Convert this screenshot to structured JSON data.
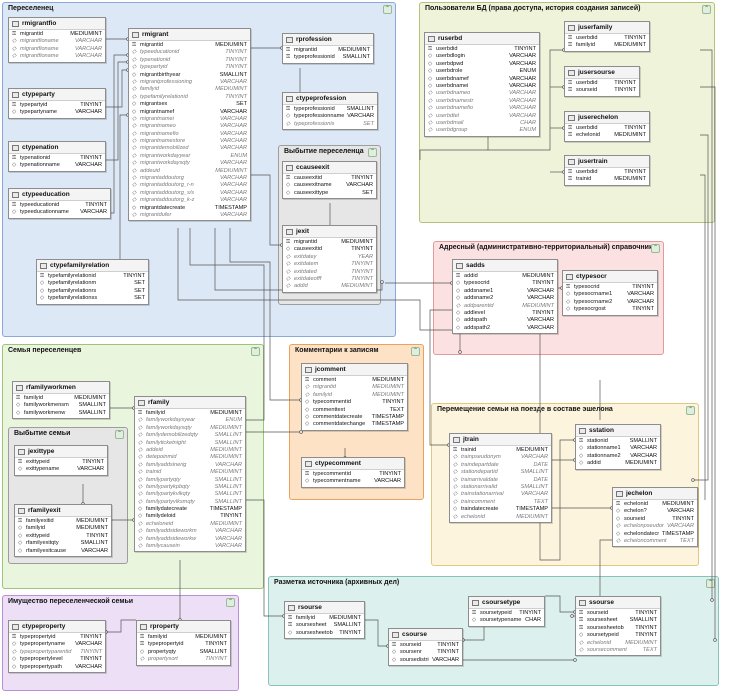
{
  "groups": [
    {
      "id": "g1",
      "title": "Переселенец",
      "color": "blue"
    },
    {
      "id": "g2",
      "title": "Пользователи БД (права доступа, история создания записей)",
      "color": "green1"
    },
    {
      "id": "g3",
      "title": "Адресный (административно-территориальный) справочник",
      "color": "red"
    },
    {
      "id": "g4",
      "title": "Семья переселенцев",
      "color": "green2"
    },
    {
      "id": "g5",
      "title": "Комментарии к записям",
      "color": "orange"
    },
    {
      "id": "g6",
      "title": "Перемещение семьи на поезде в составе эшелона",
      "color": "yellow"
    },
    {
      "id": "g7",
      "title": "Разметка источника (архивных дел)",
      "color": "cyan"
    },
    {
      "id": "g8",
      "title": "Имущество переселенческой семьи",
      "color": "purple"
    },
    {
      "id": "g9",
      "title": "Выбытие переселенца",
      "color": "gray"
    },
    {
      "id": "g10",
      "title": "Выбытие семьи",
      "color": "gray"
    }
  ],
  "tables": [
    {
      "id": "rmigrantfio",
      "name": "rmigrantfio",
      "rows": [
        [
          "pk",
          "migrantid",
          "MEDIUMINT",
          0
        ],
        [
          "",
          "migrantfioname",
          "VARCHAR",
          1
        ],
        [
          "",
          "migrantfioname",
          "VARCHAR",
          1
        ],
        [
          "",
          "migrantfioname",
          "VARCHAR",
          1
        ]
      ]
    },
    {
      "id": "ctypeparty",
      "name": "ctypeparty",
      "rows": [
        [
          "pk",
          "typepartyid",
          "TINYINT",
          0
        ],
        [
          "",
          "typepartyname",
          "VARCHAR",
          0
        ]
      ]
    },
    {
      "id": "ctypenation",
      "name": "ctypenation",
      "rows": [
        [
          "pk",
          "typenationid",
          "TINYINT",
          0
        ],
        [
          "",
          "typenationname",
          "VARCHAR",
          0
        ]
      ]
    },
    {
      "id": "ctypeeducation",
      "name": "ctypeeducation",
      "rows": [
        [
          "pk",
          "typeeducationid",
          "TINYINT",
          0
        ],
        [
          "",
          "typeeducationname",
          "VARCHAR",
          0
        ]
      ]
    },
    {
      "id": "rmigrant",
      "name": "rmigrant",
      "rows": [
        [
          "pk",
          "migrantid",
          "MEDIUMINT",
          0
        ],
        [
          "",
          "typeeducationid",
          "TINYINT",
          1
        ],
        [
          "",
          "typenationid",
          "TINYINT",
          1
        ],
        [
          "",
          "typepartyid",
          "TINYINT",
          1
        ],
        [
          "",
          "migrantbirthyear",
          "SMALLINT",
          0
        ],
        [
          "",
          "migrantprofessioning",
          "VARCHAR",
          1
        ],
        [
          "",
          "familyid",
          "MEDIUMINT",
          1
        ],
        [
          "",
          "typefamilyrelationid",
          "TINYINT",
          1
        ],
        [
          "",
          "migrantsex",
          "SET",
          0
        ],
        [
          "",
          "migrantnamef",
          "VARCHAR",
          0
        ],
        [
          "",
          "migrantnamei",
          "VARCHAR",
          1
        ],
        [
          "",
          "migrantnameo",
          "VARCHAR",
          1
        ],
        [
          "",
          "migrantnamefio",
          "VARCHAR",
          1
        ],
        [
          "",
          "migrantnamestore",
          "VARCHAR",
          1
        ],
        [
          "",
          "migrantdemobilized",
          "VARCHAR",
          1
        ],
        [
          "",
          "migrantworkdayyear",
          "ENUM",
          1
        ],
        [
          "",
          "migrantworkdaysqty",
          "VARCHAR",
          1
        ],
        [
          "",
          "addeuid",
          "MEDIUMINT",
          1
        ],
        [
          "",
          "migrantaddoutorg",
          "VARCHAR",
          1
        ],
        [
          "",
          "migrantaddoutorg_r-n",
          "VARCHAR",
          1
        ],
        [
          "",
          "migrantaddoutorg_s/s",
          "VARCHAR",
          1
        ],
        [
          "",
          "migrantaddoutorg_k-z",
          "VARCHAR",
          1
        ],
        [
          "",
          "migrantdatecreate",
          "TIMESTAMP",
          0
        ],
        [
          "",
          "migrantdufer",
          "VARCHAR",
          1
        ]
      ]
    },
    {
      "id": "ctypefamilyrelation",
      "name": "ctypefamilyrelation",
      "rows": [
        [
          "pk",
          "typefamilyrelationid",
          "TINYINT",
          0
        ],
        [
          "",
          "typefamilyrelationm",
          "SET",
          0
        ],
        [
          "",
          "typefamilyrelationrs",
          "SET",
          0
        ],
        [
          "",
          "typefamilyrelationss",
          "SET",
          0
        ]
      ]
    },
    {
      "id": "rprofession",
      "name": "rprofession",
      "rows": [
        [
          "pk",
          "migrantid",
          "MEDIUMINT",
          0
        ],
        [
          "pk",
          "typeprofessionid",
          "SMALLINT",
          0
        ]
      ]
    },
    {
      "id": "ctypeprofession",
      "name": "ctypeprofession",
      "rows": [
        [
          "pk",
          "typeprofessionid",
          "SMALLINT",
          0
        ],
        [
          "",
          "typeprofessionname",
          "VARCHAR",
          0
        ],
        [
          "",
          "typeprofessionis",
          "SET",
          1
        ]
      ]
    },
    {
      "id": "ccauseexit",
      "name": "ccauseexit",
      "rows": [
        [
          "pk",
          "causeexitid",
          "TINYINT",
          0
        ],
        [
          "",
          "causeexitname",
          "VARCHAR",
          0
        ],
        [
          "",
          "causeexittype",
          "SET",
          0
        ]
      ]
    },
    {
      "id": "jexit",
      "name": "jexit",
      "rows": [
        [
          "pk",
          "migrantid",
          "MEDIUMINT",
          0
        ],
        [
          "",
          "causeexitid",
          "TINYINT",
          0
        ],
        [
          "",
          "exitdatey",
          "YEAR",
          1
        ],
        [
          "",
          "exitdatem",
          "TINYINT",
          1
        ],
        [
          "",
          "exitdated",
          "TINYINT",
          1
        ],
        [
          "",
          "exitdateofff",
          "TINYINT",
          1
        ],
        [
          "",
          "addid",
          "MEDIUMINT",
          1
        ]
      ]
    },
    {
      "id": "ruserbd",
      "name": "ruserbd",
      "rows": [
        [
          "pk",
          "userbdid",
          "TINYINT",
          0
        ],
        [
          "",
          "userbdlogin",
          "VARCHAR",
          0
        ],
        [
          "",
          "userbdpwd",
          "VARCHAR",
          0
        ],
        [
          "",
          "userbdrole",
          "ENUM",
          0
        ],
        [
          "",
          "userbdnamef",
          "VARCHAR",
          0
        ],
        [
          "",
          "userbdnamei",
          "VARCHAR",
          0
        ],
        [
          "",
          "userbdnameo",
          "VARCHAR",
          1
        ],
        [
          "",
          "userbdnamestr",
          "VARCHAR",
          1
        ],
        [
          "",
          "userbdnamefio",
          "VARCHAR",
          1
        ],
        [
          "",
          "userbdtel",
          "VARCHAR",
          1
        ],
        [
          "",
          "userbdmail",
          "CHAR",
          1
        ],
        [
          "",
          "userbdgroup",
          "ENUM",
          1
        ]
      ]
    },
    {
      "id": "juserfamily",
      "name": "juserfamily",
      "rows": [
        [
          "pk",
          "userbdid",
          "TINYINT",
          0
        ],
        [
          "pk",
          "familyid",
          "MEDIUMINT",
          0
        ]
      ]
    },
    {
      "id": "jusersourse",
      "name": "jusersourse",
      "rows": [
        [
          "pk",
          "userbdid",
          "TINYINT",
          0
        ],
        [
          "pk",
          "sourseid",
          "TINYINT",
          0
        ]
      ]
    },
    {
      "id": "juserechelon",
      "name": "juserechelon",
      "rows": [
        [
          "pk",
          "userbdid",
          "TINYINT",
          0
        ],
        [
          "pk",
          "echelonid",
          "MEDIUMINT",
          0
        ]
      ]
    },
    {
      "id": "jusertrain",
      "name": "jusertrain",
      "rows": [
        [
          "pk",
          "userbdid",
          "TINYINT",
          0
        ],
        [
          "pk",
          "trainid",
          "MEDIUMINT",
          0
        ]
      ]
    },
    {
      "id": "sadds",
      "name": "sadds",
      "rows": [
        [
          "pk",
          "addid",
          "MEDIUMINT",
          0
        ],
        [
          "",
          "typesocrid",
          "TINYINT",
          0
        ],
        [
          "",
          "addsname1",
          "VARCHAR",
          0
        ],
        [
          "",
          "addsname2",
          "VARCHAR",
          0
        ],
        [
          "",
          "addparentid",
          "MEDIUMINT",
          1
        ],
        [
          "",
          "addlevel",
          "TINYINT",
          0
        ],
        [
          "",
          "addspath",
          "VARCHAR",
          0
        ],
        [
          "",
          "addspath2",
          "VARCHAR",
          0
        ]
      ]
    },
    {
      "id": "ctypesocr",
      "name": "ctypesocr",
      "rows": [
        [
          "pk",
          "typesocrid",
          "TINYINT",
          0
        ],
        [
          "",
          "typesocrname1",
          "VARCHAR",
          0
        ],
        [
          "",
          "typesocrname2",
          "VARCHAR",
          0
        ],
        [
          "",
          "typesocrgost",
          "TINYINT",
          0
        ]
      ]
    },
    {
      "id": "rfamilyworkmen",
      "name": "rfamilyworkmen",
      "rows": [
        [
          "pk",
          "familyid",
          "MEDIUMINT",
          0
        ],
        [
          "",
          "familyworkmensm",
          "SMALLINT",
          0
        ],
        [
          "",
          "familyworkmenw",
          "SMALLINT",
          0
        ]
      ]
    },
    {
      "id": "rfamily",
      "name": "rfamily",
      "rows": [
        [
          "pk",
          "familyid",
          "MEDIUMINT",
          0
        ],
        [
          "",
          "familyworkdaysyear",
          "ENUM",
          1
        ],
        [
          "",
          "familyworkdaysqty",
          "MEDIUMINT",
          1
        ],
        [
          "",
          "familydemobilizedqty",
          "SMALLINT",
          1
        ],
        [
          "",
          "familyticketnight",
          "SMALLINT",
          1
        ],
        [
          "",
          "addeid",
          "MEDIUMINT",
          1
        ],
        [
          "",
          "detepoinmid",
          "MEDIUMINT",
          1
        ],
        [
          "",
          "familyaddsinerig",
          "VARCHAR",
          1
        ],
        [
          "",
          "trainid",
          "MEDIUMINT",
          1
        ],
        [
          "",
          "familypartyqty",
          "SMALLINT",
          1
        ],
        [
          "",
          "familypartykpbqty",
          "SMALLINT",
          1
        ],
        [
          "",
          "familypartykvlkqty",
          "SMALLINT",
          1
        ],
        [
          "",
          "familypartyvlksmqty",
          "SMALLINT",
          1
        ],
        [
          "",
          "familydatecreate",
          "TIMESTAMP",
          0
        ],
        [
          "",
          "familydeloid",
          "TINYINT",
          0
        ],
        [
          "",
          "echeloneid",
          "MEDIUMINT",
          1
        ],
        [
          "",
          "familyaddsideworkm",
          "VARCHAR",
          1
        ],
        [
          "",
          "familyaddsideworkw",
          "VARCHAR",
          1
        ],
        [
          "",
          "familycausein",
          "VARCHAR",
          1
        ]
      ]
    },
    {
      "id": "jexittype",
      "name": "jexittype",
      "rows": [
        [
          "pk",
          "exittypeid",
          "TINYINT",
          0
        ],
        [
          "",
          "exittypename",
          "VARCHAR",
          0
        ]
      ]
    },
    {
      "id": "rfamilyexit",
      "name": "rfamilyexit",
      "rows": [
        [
          "pk",
          "familyexitid",
          "MEDIUMINT",
          0
        ],
        [
          "",
          "familyid",
          "MEDIUMINT",
          0
        ],
        [
          "",
          "exittypeid",
          "TINYINT",
          0
        ],
        [
          "",
          "rfamilyexitqty",
          "SMALLINT",
          0
        ],
        [
          "",
          "rfamilyexitcause",
          "VARCHAR",
          0
        ]
      ]
    },
    {
      "id": "jcomment",
      "name": "jcomment",
      "rows": [
        [
          "pk",
          "comment",
          "MEDIUMINT",
          0
        ],
        [
          "",
          "migrantid",
          "MEDIUMINT",
          1
        ],
        [
          "",
          "familyid",
          "MEDIUMINT",
          1
        ],
        [
          "",
          "typecommentid",
          "TINYINT",
          0
        ],
        [
          "",
          "commenttext",
          "TEXT",
          0
        ],
        [
          "",
          "commentdatecreate",
          "TIMESTAMP",
          0
        ],
        [
          "",
          "commentdatechange",
          "TIMESTAMP",
          0
        ]
      ]
    },
    {
      "id": "ctypecomment",
      "name": "ctypecomment",
      "rows": [
        [
          "pk",
          "typecommentid",
          "TINYINT",
          0
        ],
        [
          "",
          "typecommentname",
          "VARCHAR",
          0
        ]
      ]
    },
    {
      "id": "jtrain",
      "name": "jtrain",
      "rows": [
        [
          "pk",
          "trainid",
          "MEDIUMINT",
          0
        ],
        [
          "",
          "trainpseudonym",
          "VARCHAR",
          1
        ],
        [
          "",
          "traindepartdate",
          "DATE",
          1
        ],
        [
          "",
          "stationdepartid",
          "SMALLINT",
          1
        ],
        [
          "",
          "trainarrivaldate",
          "DATE",
          1
        ],
        [
          "",
          "stationarrivalid",
          "SMALLINT",
          1
        ],
        [
          "",
          "trainstationarrival",
          "VARCHAR",
          1
        ],
        [
          "",
          "traincomment",
          "TEXT",
          1
        ],
        [
          "",
          "traindatecreate",
          "TIMESTAMP",
          0
        ],
        [
          "",
          "echelonid",
          "MEDIUMINT",
          1
        ]
      ]
    },
    {
      "id": "sstation",
      "name": "sstation",
      "rows": [
        [
          "pk",
          "stationid",
          "SMALLINT",
          0
        ],
        [
          "",
          "stationname1",
          "VARCHAR",
          0
        ],
        [
          "",
          "stationname2",
          "VARCHAR",
          0
        ],
        [
          "",
          "addid",
          "MEDIUMINT",
          0
        ]
      ]
    },
    {
      "id": "jechelon",
      "name": "jechelon",
      "rows": [
        [
          "pk",
          "echelonid",
          "MEDIUMINT",
          0
        ],
        [
          "",
          "echelon?",
          "VARCHAR",
          0
        ],
        [
          "",
          "sourseid",
          "TINYINT",
          0
        ],
        [
          "",
          "echelonpseudonym",
          "VARCHAR",
          1
        ],
        [
          "",
          "echelondatecreate",
          "TIMESTAMP",
          0
        ],
        [
          "",
          "echeloncomment",
          "TEXT",
          1
        ]
      ]
    },
    {
      "id": "rsourse",
      "name": "rsourse",
      "rows": [
        [
          "pk",
          "familyid",
          "MEDIUMINT",
          0
        ],
        [
          "pk",
          "soursesheet",
          "SMALLINT",
          0
        ],
        [
          "",
          "soursesheetob",
          "TINYINT",
          0
        ]
      ]
    },
    {
      "id": "csourse",
      "name": "csourse",
      "rows": [
        [
          "pk",
          "sourseid",
          "TINYINT",
          0
        ],
        [
          "",
          "soursenr",
          "TINYINT",
          0
        ],
        [
          "",
          "soursedistrict",
          "VARCHAR",
          0
        ]
      ]
    },
    {
      "id": "csoursetype",
      "name": "csoursetype",
      "rows": [
        [
          "pk",
          "soursetypeid",
          "TINYINT",
          0
        ],
        [
          "",
          "soursetypename",
          "CHAR",
          0
        ]
      ]
    },
    {
      "id": "ssourse",
      "name": "ssourse",
      "rows": [
        [
          "pk",
          "sourseid",
          "TINYINT",
          0
        ],
        [
          "pk",
          "soursesheet",
          "SMALLINT",
          0
        ],
        [
          "pk",
          "soursesheetob",
          "TINYINT",
          0
        ],
        [
          "",
          "soursetypeid",
          "TINYINT",
          0
        ],
        [
          "",
          "echelonid",
          "MEDIUMINT",
          1
        ],
        [
          "",
          "soursecomment",
          "TEXT",
          1
        ]
      ]
    },
    {
      "id": "ctypeproperty",
      "name": "ctypeproperty",
      "rows": [
        [
          "pk",
          "typepropertyid",
          "TINYINT",
          0
        ],
        [
          "",
          "typepropertyname",
          "VARCHAR",
          0
        ],
        [
          "",
          "typepropertyparentid",
          "TINYINT",
          1
        ],
        [
          "",
          "typepropertylevel",
          "TINYINT",
          0
        ],
        [
          "",
          "typepropertypath",
          "VARCHAR",
          0
        ]
      ]
    },
    {
      "id": "rproperty",
      "name": "rproperty",
      "rows": [
        [
          "pk",
          "familyid",
          "MEDIUMINT",
          0
        ],
        [
          "pk",
          "typepropertyid",
          "TINYINT",
          0
        ],
        [
          "",
          "propertyqty",
          "SMALLINT",
          0
        ],
        [
          "",
          "propertysort",
          "TINYINT",
          1
        ]
      ]
    }
  ]
}
